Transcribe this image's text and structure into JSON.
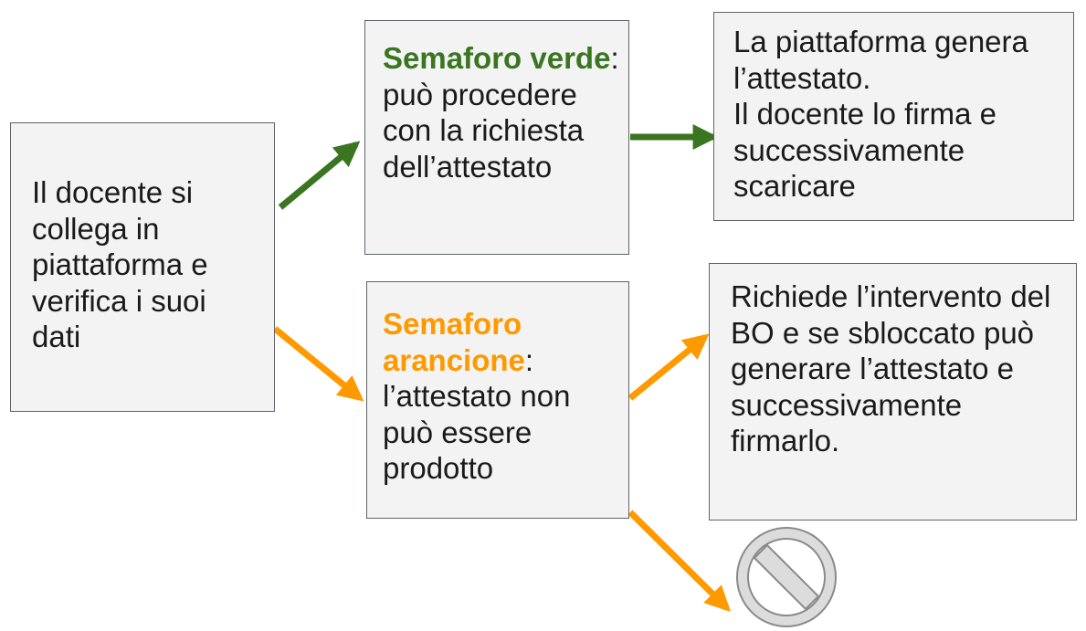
{
  "start": {
    "text": "Il docente si collega in piattaforma e verifica i suoi dati"
  },
  "green_branch": {
    "highlight": "Semaforo verde",
    "rest": ": può procedere con la richiesta dell’attestato",
    "result_line1": "La piattaforma genera l’attestato.",
    "result_line2": "Il docente lo firma e successivamente scaricare"
  },
  "orange_branch": {
    "highlight": "Semaforo arancione",
    "rest": ": l’attestato non può essere prodotto",
    "result": "Richiede l’intervento del BO e se sbloccato può generare l’attestato e successivamente firmarlo."
  },
  "colors": {
    "green": "#3a7521",
    "orange": "#ff9900",
    "box_fill": "#f3f3f3",
    "box_border": "#5f6368"
  },
  "icons": {
    "blocked": "no-entry-icon"
  }
}
